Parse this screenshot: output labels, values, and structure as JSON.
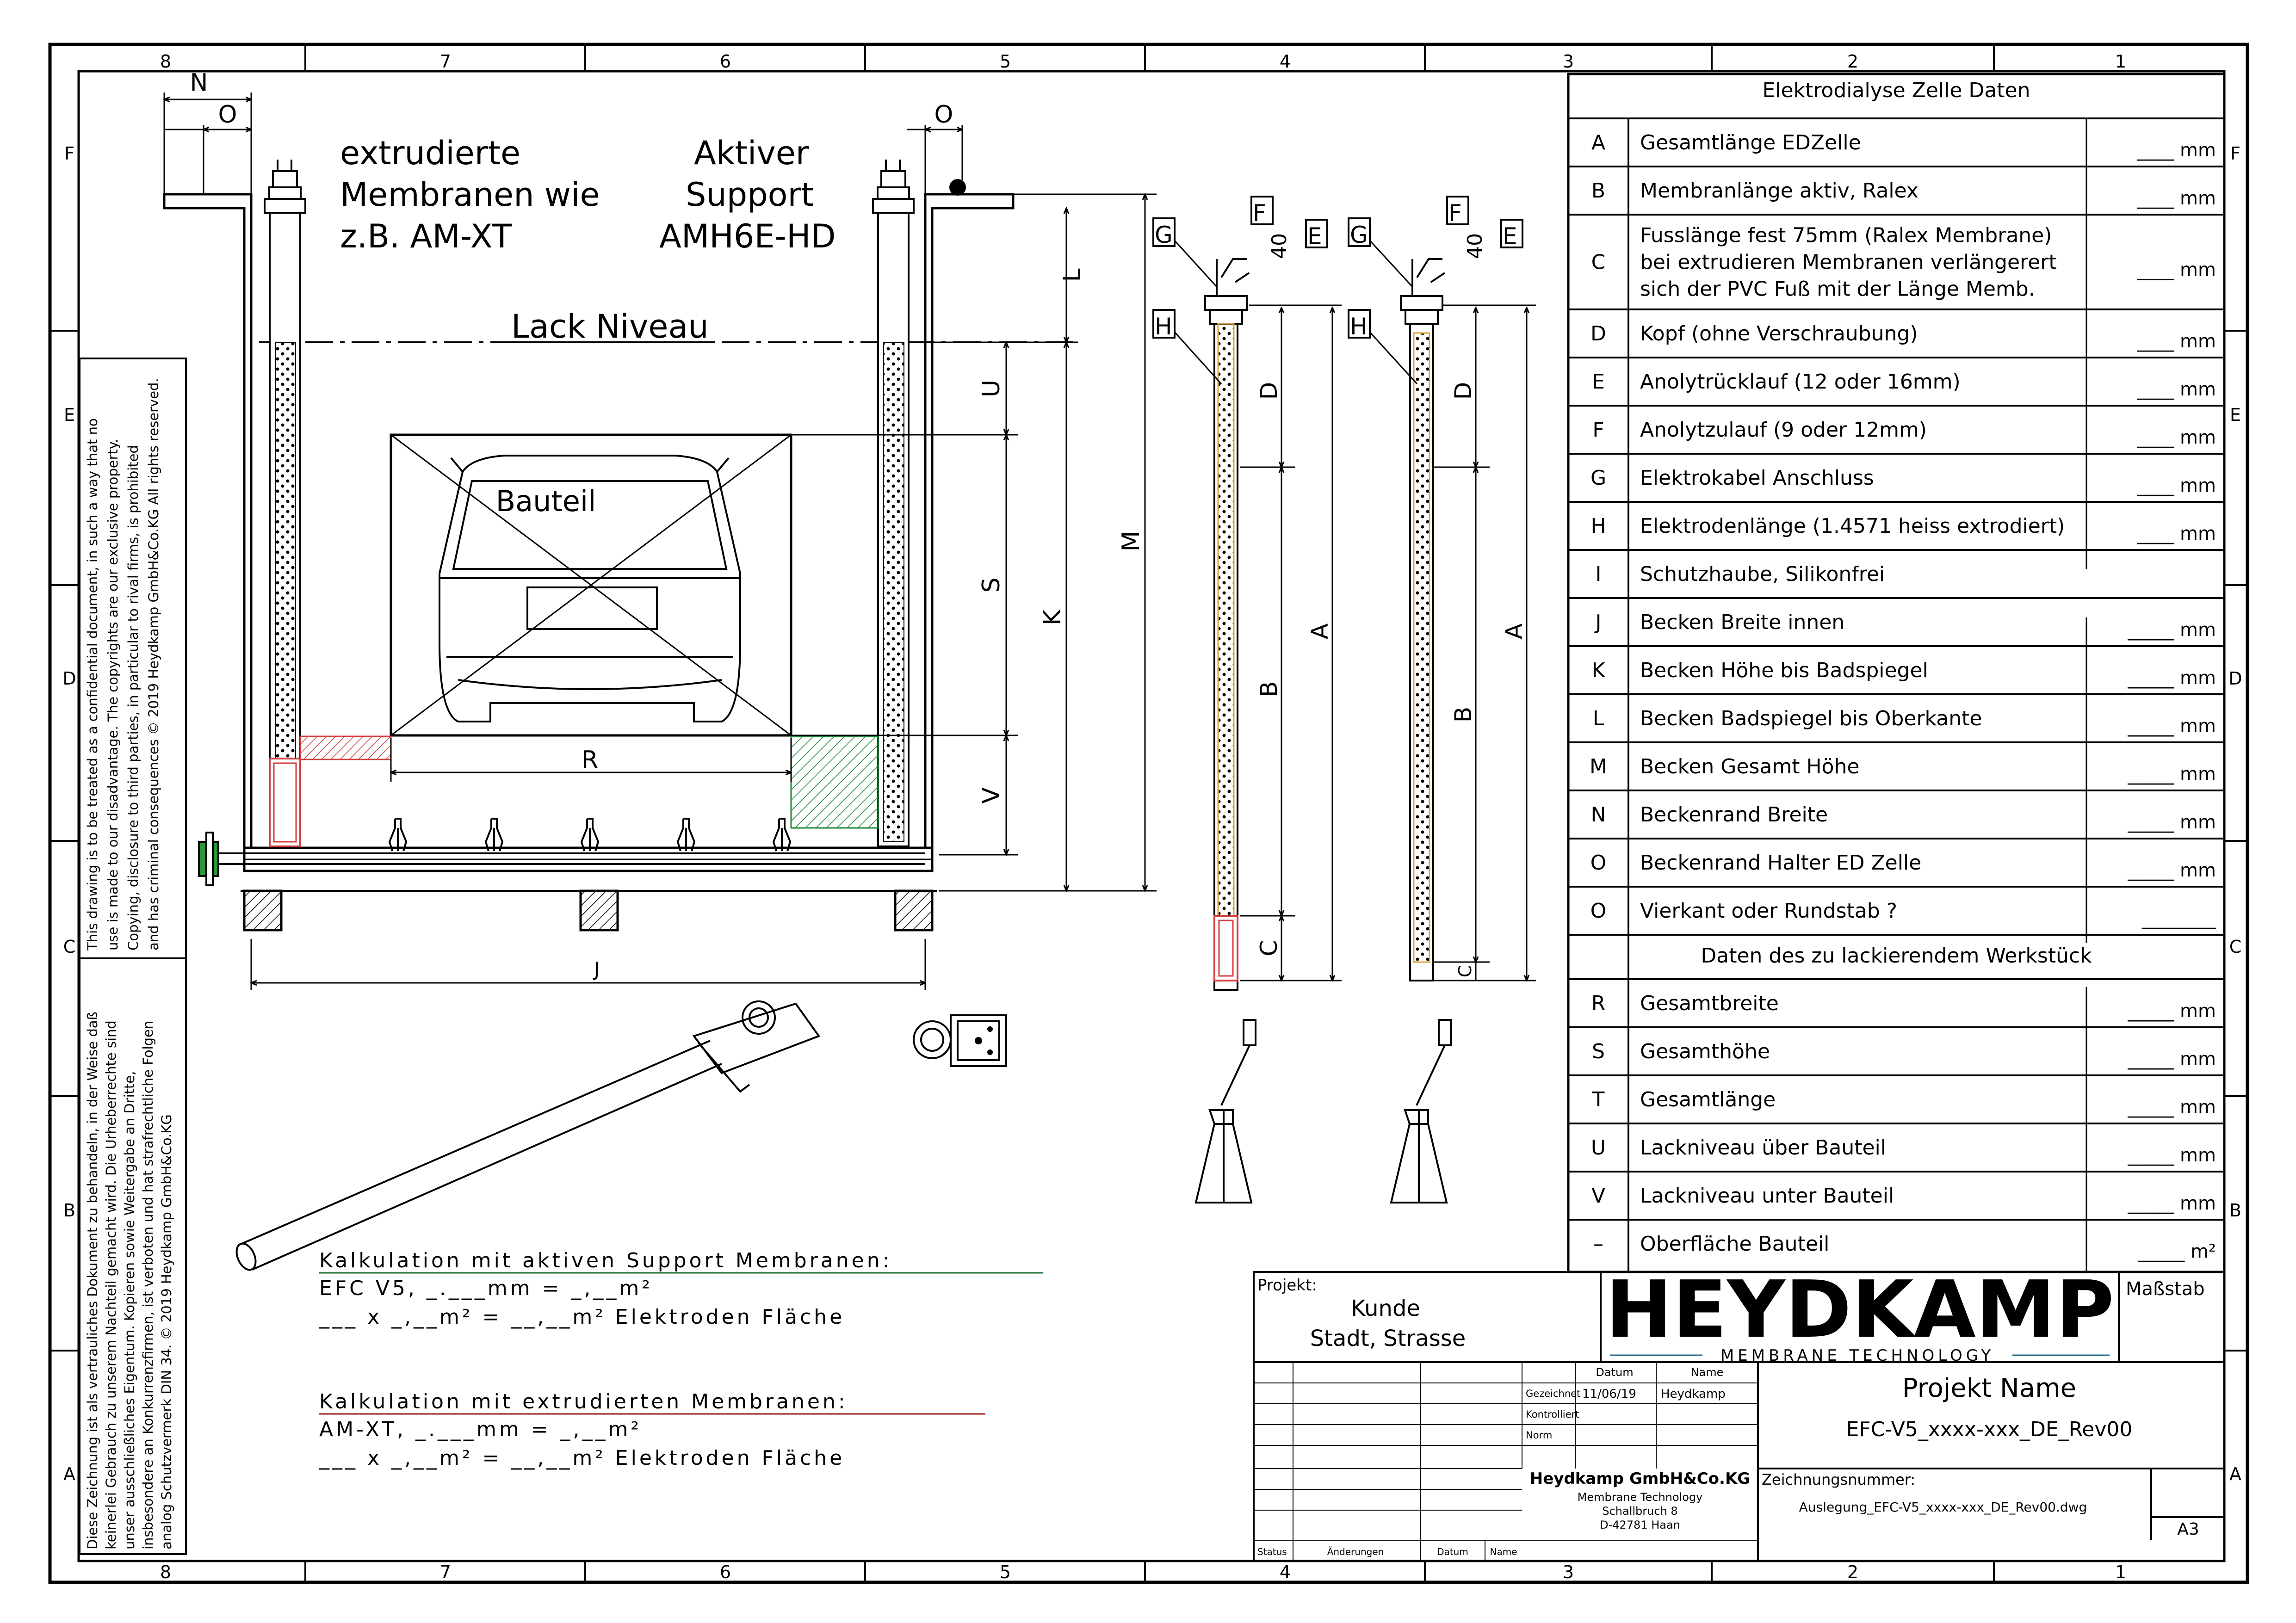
{
  "grid": {
    "columns": [
      "8",
      "7",
      "6",
      "5",
      "4",
      "3",
      "2",
      "1"
    ],
    "rows": [
      "F",
      "E",
      "D",
      "C",
      "B",
      "A"
    ]
  },
  "labels": {
    "extruded": [
      "extrudierte",
      "Membranen wie",
      "z.B. AM-XT"
    ],
    "active": [
      "Aktiver",
      "Support",
      "AMH6E-HD"
    ],
    "lack_niveau": "Lack Niveau",
    "bauteil": "Bauteil"
  },
  "dims": {
    "N": "N",
    "O": "O",
    "L": "L",
    "U": "U",
    "S": "S",
    "K": "K",
    "M": "M",
    "R": "R",
    "V": "V",
    "J": "J",
    "A": "A",
    "B": "B",
    "C": "C",
    "D": "D",
    "E": "E",
    "F": "F",
    "G": "G",
    "H": "H",
    "ang40": "40"
  },
  "notice_en": [
    "This drawing is to be treated as a confidential document, in such a way that no",
    "use is made to our disadvantage. The copyrights are our exclusive property.",
    "Copying, disclosure to third parties, in particular to rival firms, is prohibited",
    "and has criminal consequences © 2019 Heydkamp GmbH&Co.KG All rights reserved."
  ],
  "notice_de": [
    "Diese Zeichnung ist als vertrauliches Dokument zu behandeln, in der Weise daß",
    "keinerlei Gebrauch zu unserem Nachteil gemacht wird. Die Urheberrechte sind",
    "unser ausschließliches Eigentum. Kopieren sowie Weitergabe an Dritte,",
    "insbesondere an Konkurrenzfirmen, ist verboten und hat strafrechtliche Folgen",
    "analog Schutzvermerk DIN 34.   © 2019 Heydkamp GmbH&Co.KG"
  ],
  "calc_green": {
    "title": "Kalkulation mit aktiven Support Membranen:",
    "line1": "EFC V5, _.___mm = _,__m²",
    "line2": "___ x _,__m² = __,__m² Elektroden Fläche",
    "color": "#1a6b2a"
  },
  "calc_red": {
    "title": "Kalkulation mit extrudierten Membranen:",
    "line1": "AM-XT, _.___mm = _,__m²",
    "line2": "___ x _,__m² = __,__m² Elektroden Fläche",
    "color": "#9b1c1c"
  },
  "table": {
    "header": "Elektrodialyse Zelle Daten",
    "rows": [
      {
        "key": "A",
        "text": [
          "Gesamtlänge EDZelle"
        ],
        "unit": "____ mm"
      },
      {
        "key": "B",
        "text": [
          "Membranlänge aktiv, Ralex"
        ],
        "unit": "____ mm"
      },
      {
        "key": "C",
        "text": [
          "Fusslänge fest 75mm (Ralex Membrane)",
          "bei extrudieren Membranen verlängerert",
          "sich der PVC Fuß mit der Länge Memb."
        ],
        "unit": "____ mm"
      },
      {
        "key": "D",
        "text": [
          "Kopf (ohne Verschraubung)"
        ],
        "unit": "____ mm"
      },
      {
        "key": "E",
        "text": [
          "Anolytrücklauf (12 oder 16mm)"
        ],
        "unit": "____ mm"
      },
      {
        "key": "F",
        "text": [
          "Anolytzulauf (9 oder 12mm)"
        ],
        "unit": "____ mm"
      },
      {
        "key": "G",
        "text": [
          "Elektrokabel Anschluss"
        ],
        "unit": "____ mm"
      },
      {
        "key": "H",
        "text": [
          "Elektrodenlänge (1.4571 heiss extrodiert)"
        ],
        "unit": "____ mm"
      },
      {
        "key": "I",
        "text": [
          "Schutzhaube, Silikonfrei"
        ],
        "unit": ""
      },
      {
        "key": "J",
        "text": [
          "Becken Breite innen"
        ],
        "unit": "_____ mm"
      },
      {
        "key": "K",
        "text": [
          "Becken Höhe bis Badspiegel"
        ],
        "unit": "_____ mm"
      },
      {
        "key": "L",
        "text": [
          "Becken Badspiegel bis Oberkante"
        ],
        "unit": "_____ mm"
      },
      {
        "key": "M",
        "text": [
          "Becken Gesamt Höhe"
        ],
        "unit": "_____ mm"
      },
      {
        "key": "N",
        "text": [
          "Beckenrand Breite"
        ],
        "unit": "_____ mm"
      },
      {
        "key": "O",
        "text": [
          "Beckenrand Halter ED Zelle"
        ],
        "unit": "_____ mm"
      },
      {
        "key": "O",
        "text": [
          "Vierkant oder Rundstab ?"
        ],
        "unit": "________"
      }
    ],
    "header2": "Daten des zu lackierendem Werkstück",
    "rows2": [
      {
        "key": "R",
        "text": [
          "Gesamtbreite"
        ],
        "unit": "_____ mm"
      },
      {
        "key": "S",
        "text": [
          "Gesamthöhe"
        ],
        "unit": "_____ mm"
      },
      {
        "key": "T",
        "text": [
          "Gesamtlänge"
        ],
        "unit": "_____ mm"
      },
      {
        "key": "U",
        "text": [
          "Lackniveau über Bauteil"
        ],
        "unit": "_____ mm"
      },
      {
        "key": "V",
        "text": [
          "Lackniveau unter Bauteil"
        ],
        "unit": "_____ mm"
      },
      {
        "key": "–",
        "text": [
          "Oberfläche Bauteil"
        ],
        "unit": "_____ m²"
      }
    ]
  },
  "titleblock": {
    "projekt_label": "Projekt:",
    "kunde": "Kunde",
    "stadt": "Stadt, Strasse",
    "logo": "HEYDKAMP",
    "logo_sub": "MEMBRANE TECHNOLOGY",
    "massstab": "Maßstab",
    "datum": "Datum",
    "name": "Name",
    "gezeichnet": "Gezeichnet",
    "gez_date": "11/06/19",
    "gez_name": "Heydkamp",
    "kontrolliert": "Kontrolliert",
    "norm": "Norm",
    "company": "Heydkamp GmbH&Co.KG",
    "company_lines": [
      "Membrane Technology",
      "Schallbruch 8",
      "D-42781 Haan"
    ],
    "projekt_name": "Projekt Name",
    "projekt_code": "EFC-V5_xxxx-xxx_DE_Rev00",
    "zeichnungsnummer": "Zeichnungsnummer:",
    "dwg": "Auslegung_EFC-V5_xxxx-xxx_DE_Rev00.dwg",
    "format": "A3",
    "status": "Status",
    "aenderungen": "Änderungen",
    "datum2": "Datum",
    "name2": "Name"
  },
  "colors": {
    "line": "#000000",
    "green_hatch": "#1e8a3a",
    "red_hatch": "#d23c3c",
    "logo_teal": "#1f6f86",
    "electrode_orange": "#e0a040"
  }
}
